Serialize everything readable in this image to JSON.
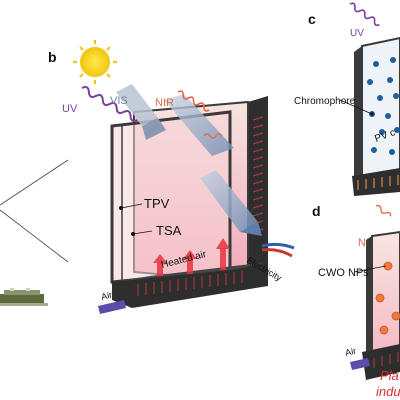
{
  "panels": {
    "b": "b",
    "c": "c",
    "d": "d"
  },
  "labels": {
    "uv": "UV",
    "vis": "VIS",
    "nir": "NIR",
    "tpv": "TPV",
    "tsa": "TSA",
    "heated_air": "Heated air",
    "electricity": "Electricity",
    "air": "Air",
    "chromophore": "Chromophore",
    "pv_cells": "PV c",
    "c_uv": "UV",
    "d_nir": "NIR",
    "cwo_nps": "CWO NPs",
    "d_air": "Air",
    "plasmon_line1": "Pla",
    "plasmon_line2": "indu"
  },
  "colors": {
    "uv": "#7b3fa0",
    "vis": "#7d8fa8",
    "nir": "#e36a4a",
    "sun": "#f4d21c",
    "heat_arrow": "#e8333d",
    "air_arrow": "#5b4ea8",
    "frame": "#3a3a3a",
    "glass_top": "#f6dcd7",
    "glass_bottom": "#f2a8b8",
    "chromophore_dot": "#1f5fa0",
    "cwo_dot": "#f07a3a",
    "plasmon_text": "#d9302e"
  }
}
